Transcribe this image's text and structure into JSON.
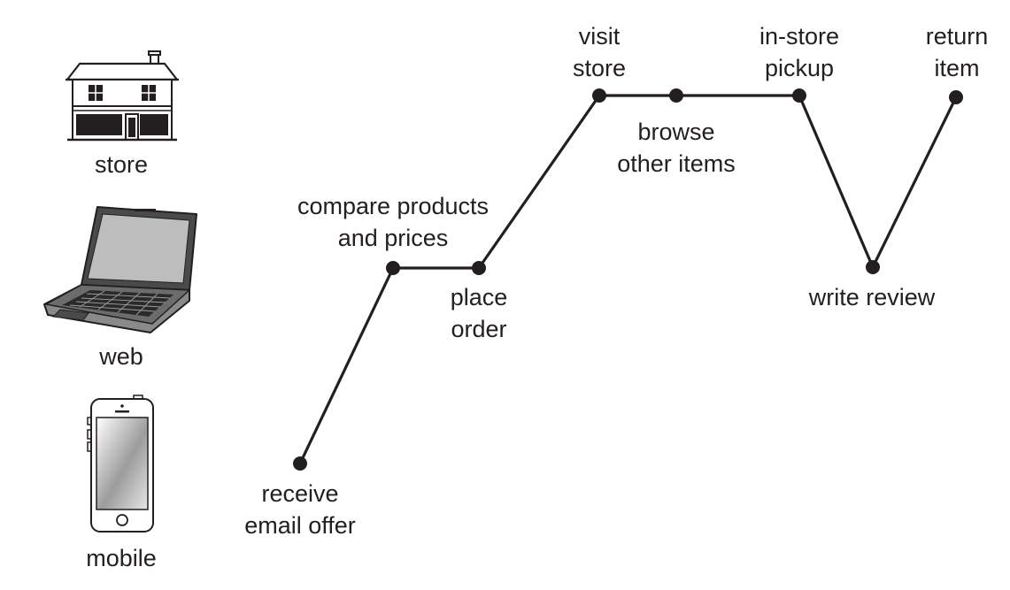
{
  "channels": {
    "store": {
      "label": "store",
      "icon": "house-icon"
    },
    "web": {
      "label": "web",
      "icon": "laptop-icon"
    },
    "mobile": {
      "label": "mobile",
      "icon": "smartphone-icon"
    }
  },
  "journey": {
    "steps": [
      {
        "line1": "receive",
        "line2": "email offer",
        "channel": "mobile"
      },
      {
        "line1": "compare products",
        "line2": "and prices",
        "channel": "web"
      },
      {
        "line1": "place",
        "line2": "order",
        "channel": "web"
      },
      {
        "line1": "visit",
        "line2": "store",
        "channel": "store"
      },
      {
        "line1": "browse",
        "line2": "other items",
        "channel": "store"
      },
      {
        "line1": "in-store",
        "line2": "pickup",
        "channel": "store"
      },
      {
        "line1": "write review",
        "line2": "",
        "channel": "web"
      },
      {
        "line1": "return",
        "line2": "item",
        "channel": "store"
      }
    ]
  },
  "colors": {
    "ink": "#231f20",
    "background": "#ffffff"
  }
}
